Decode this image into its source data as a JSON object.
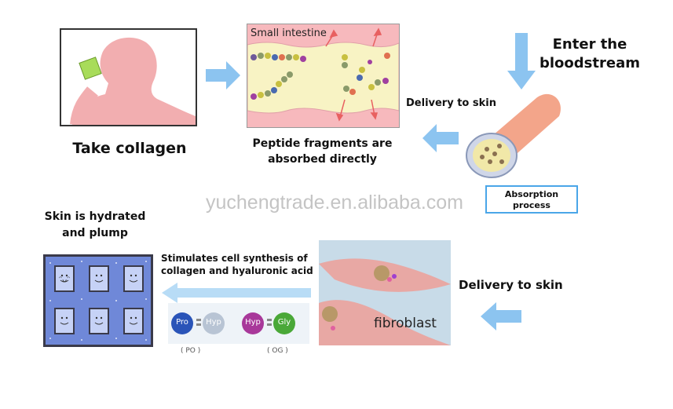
{
  "steps": {
    "take": {
      "label": "Take collagen"
    },
    "absorb": {
      "panel_label": "Small intestine",
      "label_line1": "Peptide fragments are",
      "label_line2": "absorbed directly"
    },
    "blood": {
      "label_line1": "Enter the",
      "label_line2": "bloodstream",
      "delivery": "Delivery to skin"
    },
    "absorption_box": {
      "line1": "Absorption",
      "line2": "process"
    },
    "fibro": {
      "label": "fibroblast",
      "delivery": "Delivery to skin"
    },
    "synthesis": {
      "line1": "Stimulates cell synthesis of",
      "line2": "collagen and hyaluronic acid",
      "peptides": [
        "Pro",
        "Hyp",
        "Hyp",
        "Gly"
      ],
      "cap1": "( PO )",
      "cap2": "( OG )"
    },
    "skin": {
      "line1": "Skin is hydrated",
      "line2": "and plump"
    }
  },
  "watermark": "yuchengtrade.en.alibaba.com",
  "colors": {
    "arrow": "#8cc4f0",
    "skin_face": "#f2aeb0",
    "tile_bg": "#6f88d8",
    "intestine_wall": "#f7b9bd",
    "intestine_lumen": "#f8f3c4"
  }
}
